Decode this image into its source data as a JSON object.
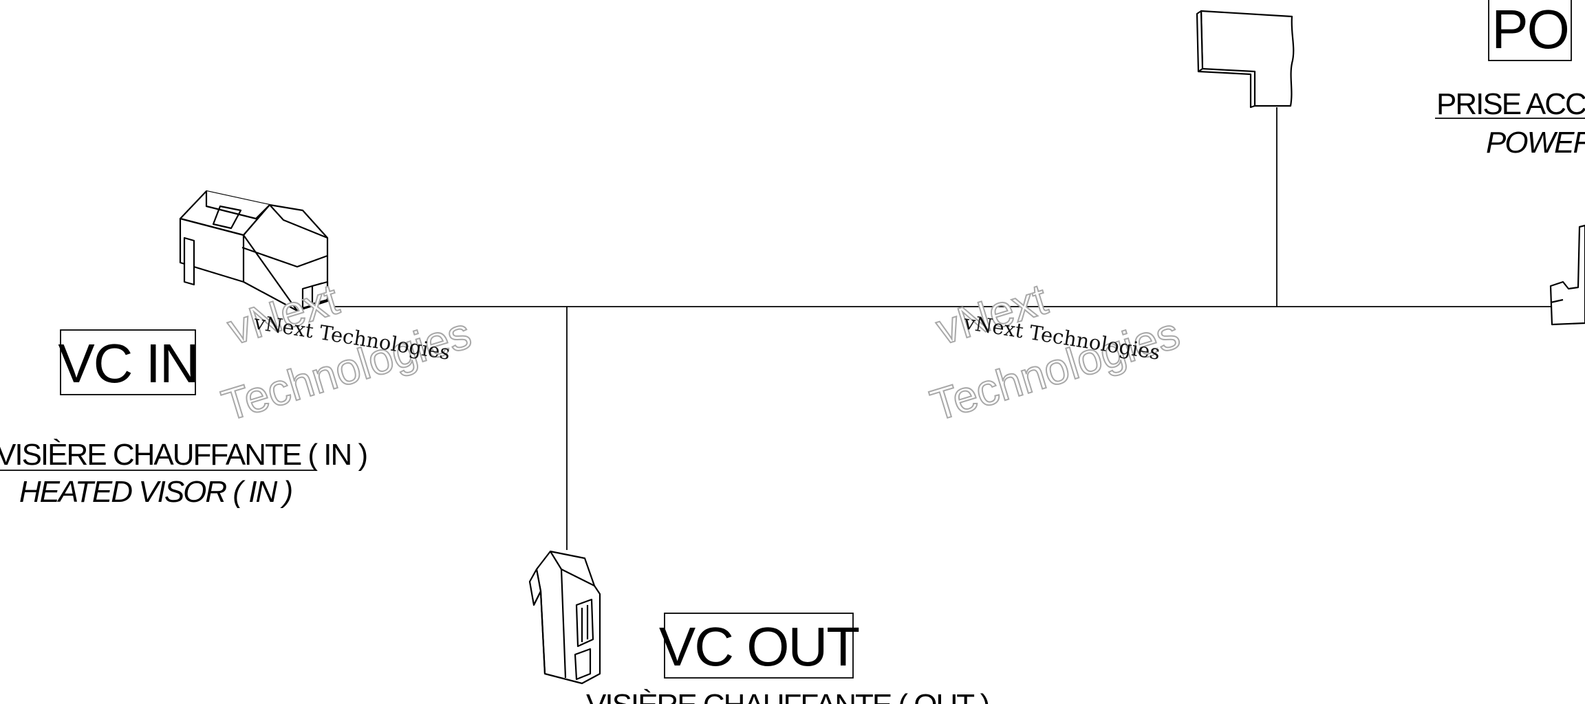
{
  "connectors": {
    "vc_in": {
      "code": "VC IN",
      "label_fr": "VISIÈRE CHAUFFANTE ( IN )",
      "label_en": "HEATED VISOR ( IN )"
    },
    "vc_out": {
      "code": "VC OUT",
      "label_fr": "VISIÈRE CHAUFFANTE ( OUT )"
    },
    "po": {
      "code": "PO",
      "label_fr": "PRISE ACCESS",
      "label_en": "POWER OU"
    }
  },
  "watermark": {
    "line": "vNext Technologies",
    "top": "vNext",
    "bottom": "Technologies"
  }
}
